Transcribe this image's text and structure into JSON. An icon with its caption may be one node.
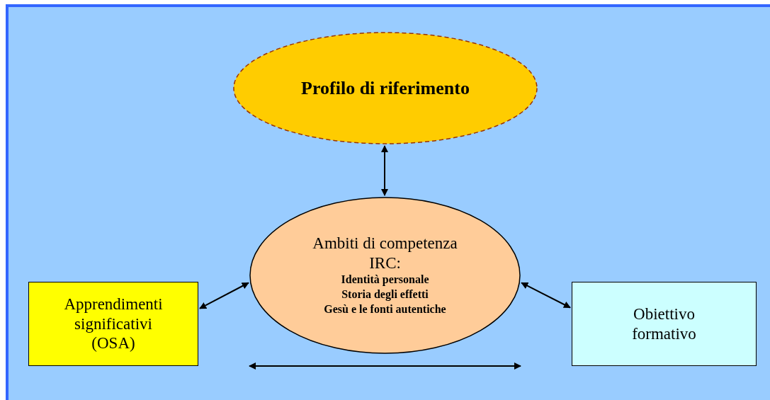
{
  "diagram": {
    "nodes": [
      {
        "text": [
          "Profilo di riferimento"
        ]
      },
      {
        "text": [
          "Ambiti di competenza IRC:",
          "Identità personale",
          "Storia degli effetti",
          "Gesù e le fonti autentiche"
        ]
      },
      {
        "text": [
          "Apprendimenti significativi (OSA)"
        ]
      },
      {
        "text": [
          "Obiettivo formativo"
        ]
      }
    ],
    "edges": [
      {
        "from": 0,
        "to": 1,
        "arrow": "both"
      },
      {
        "from": 2,
        "to": 1,
        "arrow": "both"
      },
      {
        "from": 1,
        "to": 3,
        "arrow": "both"
      }
    ]
  }
}
